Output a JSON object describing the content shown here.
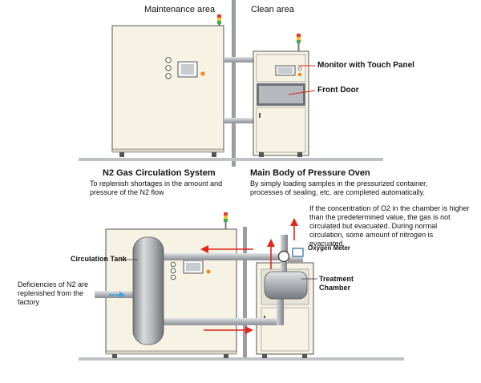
{
  "areas": {
    "maintenance": "Maintenance area",
    "clean": "Clean area"
  },
  "top_diagram": {
    "monitor_label": "Monitor with Touch Panel",
    "front_door_label": "Front Door"
  },
  "n2_system": {
    "title": "N2 Gas Circulation System",
    "description": "To replenish  shortages in the amount and pressure of the N2 flow"
  },
  "pressure_oven": {
    "title": "Main Body of Pressure Oven",
    "description": "By simply loading samples in the pressurized container, processes of sealing, etc. are completed automatically."
  },
  "bottom_diagram": {
    "o2_note": "If the concentration of O2 in the chamber is higher than the predetermined value, the  gas is not circulated but evacuated. During normal circulation, some amount of nitrogen is evacuated.",
    "oxygen_meter_label": "Oxygen Meter",
    "circulation_tank_label": "Circulation Tank",
    "treatment_chamber_label": "Treatment Chamber",
    "n2_deficiency_note": "Deficiencies of N2 are replenished from the factory"
  },
  "colors": {
    "cabinet_fill": "#f6f2e4",
    "cabinet_stroke": "#555555",
    "pipe_fill": "#b8bcc0",
    "arrow_red": "#e0251b",
    "arrow_blue": "#3aa0e0",
    "indicator_orange": "#f08a1a"
  }
}
